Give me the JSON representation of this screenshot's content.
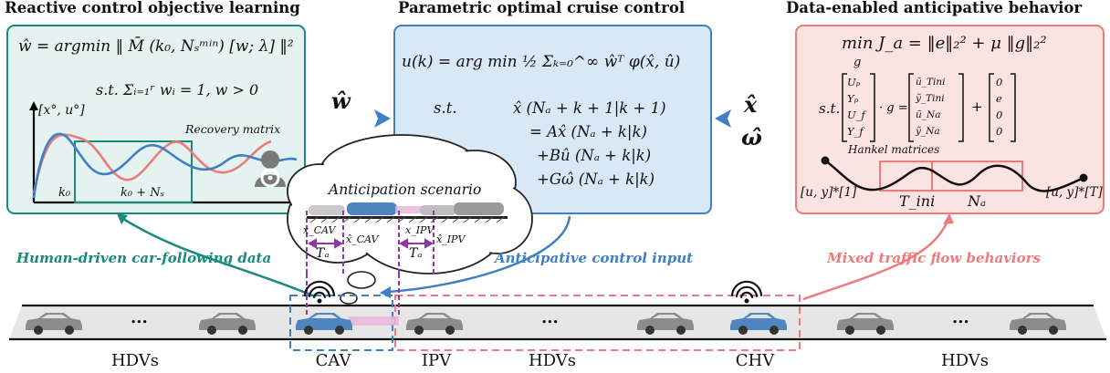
{
  "titles": {
    "left": "Reactive control objective learning",
    "middle": "Parametric optimal cruise control",
    "right": "Data-enabled anticipative behavior"
  },
  "left_box": {
    "eq1": "ŵ = argmin ‖ M̄ (k₀, Nₛᵐⁱⁿ) [w; λ] ‖²",
    "eq2": "s.t. Σᵢ₌₁ʳ wᵢ = 1, w > 0",
    "y_axis": "[x°, u°]",
    "recovery": "Recovery matrix",
    "k0": "k₀",
    "k0ns": "k₀ + Nₛ"
  },
  "middle_box": {
    "eq1": "u(k) = arg min ½ Σₖ₌₀^∞ ŵᵀ φ(x̂, û)",
    "st": "s.t.",
    "c1": "x̂ (Nₐ + k + 1|k + 1)",
    "c2": "= Ax̂ (Nₐ + k|k)",
    "c3": "+Bû (Nₐ + k|k)",
    "c4": "+Gω̂ (Nₐ + k|k)"
  },
  "right_box": {
    "eq1": "min J_a = ‖e‖₂² + μ ‖g‖₂²",
    "eq1_sub": "g",
    "st": "s.t.",
    "mat_left": [
      "Uₚ",
      "Yₚ",
      "U_f",
      "Y_f"
    ],
    "mat_mid": [
      "ũ_Tini",
      "ỹ_Tini",
      "ũ_Na",
      "ỹ_Na"
    ],
    "mat_right": [
      "0",
      "e",
      "0",
      "0"
    ],
    "hankel": "Hankel matrices",
    "uy1": "[u, y]*[1]",
    "uyT": "[u, y]*[T]",
    "tini": "T_ini",
    "na": "Nₐ"
  },
  "arrows": {
    "w_hat": "ŵ",
    "x_hat": "x̂",
    "omega_hat": "ω̂"
  },
  "cloud": {
    "title": "Anticipation scenario",
    "x_cav": "x_CAV",
    "x_cav_hat": "x̂_CAV",
    "x_ipv": "x_IPV",
    "x_ipv_hat": "x̂_IPV",
    "ta1": "Tₐ",
    "ta2": "Tₐ"
  },
  "flows": {
    "human": "Human-driven car-following data",
    "anticipative": "Anticipative control input",
    "mixed": "Mixed traffic flow behaviors"
  },
  "road": {
    "labels": [
      "HDVs",
      "CAV",
      "IPV",
      "HDVs",
      "CHV",
      "HDVs"
    ],
    "ellipsis": "..."
  },
  "colors": {
    "teal": "#1a8a7a",
    "teal_fill": "#e4f3ef",
    "blue": "#3f7fc4",
    "blue_fill": "#d9e8f6",
    "red": "#ee7b7b",
    "red_fill": "#fbe3e2",
    "purple": "#8a3aa0",
    "car_gray": "#8c8c8c",
    "car_blue": "#4f86c0"
  }
}
